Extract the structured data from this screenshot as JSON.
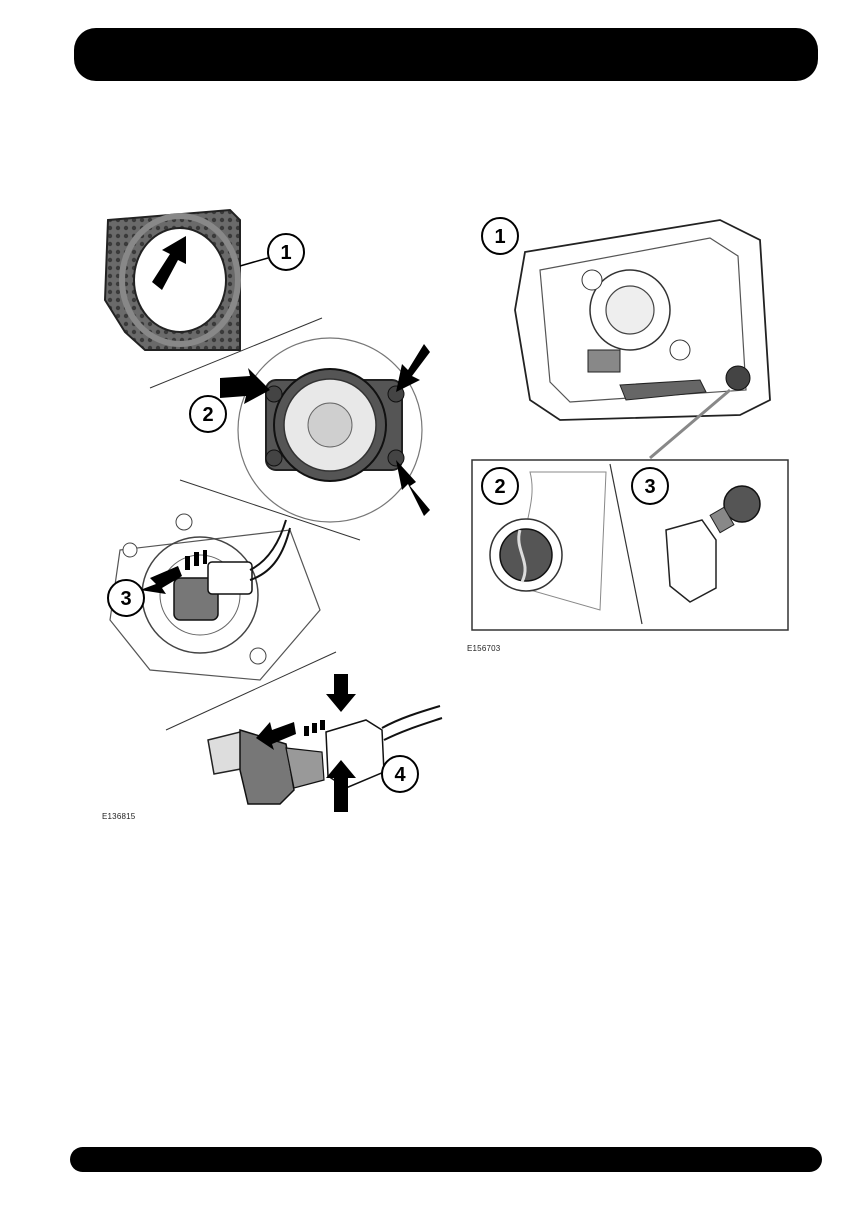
{
  "figure_left": {
    "code": "E136815",
    "callouts": [
      "1",
      "2",
      "3",
      "4"
    ]
  },
  "figure_right": {
    "code": "E156703",
    "callouts": [
      "1",
      "2",
      "3"
    ]
  },
  "icons": [
    "arrow-icon",
    "bulb-icon",
    "connector-icon",
    "fog-lamp-icon",
    "headlamp-icon"
  ]
}
